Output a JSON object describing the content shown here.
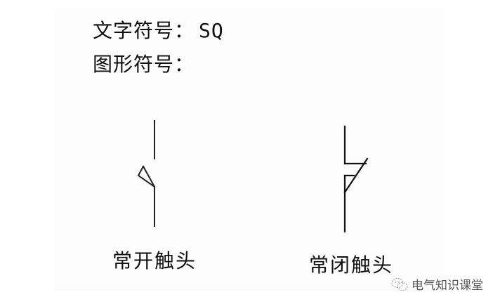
{
  "header": {
    "text_symbol_label": "文字符号：",
    "text_symbol_value": "SQ",
    "graphic_symbol_label": "图形符号："
  },
  "symbols": [
    {
      "id": "normally-open",
      "caption": "常开触头"
    },
    {
      "id": "normally-closed",
      "caption": "常闭触头"
    }
  ],
  "watermark": {
    "icon": "wechat-icon",
    "text": "电气知识课堂"
  },
  "colors": {
    "stroke": "#111111",
    "panel_bg": "#fcfcfc",
    "page_bg": "#ffffff"
  }
}
